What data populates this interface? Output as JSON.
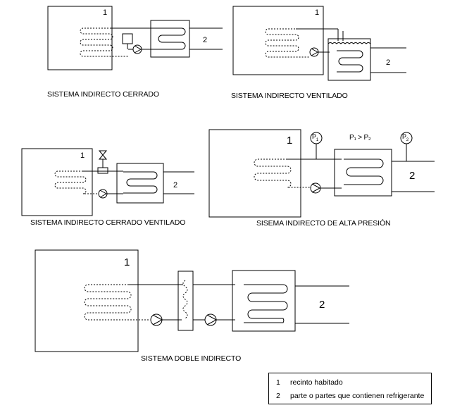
{
  "diagrams": [
    {
      "caption": "SISTEMA INDIRECTO CERRADO",
      "zone1": "1",
      "zone2": "2"
    },
    {
      "caption": "SISTEMA INDIRECTO VENTILADO",
      "zone1": "1",
      "zone2": "2"
    },
    {
      "caption": "SISTEMA INDIRECTO CERRADO VENTILADO",
      "zone1": "1",
      "zone2": "2"
    },
    {
      "caption": "SISEMA INDIRECTO DE ALTA PRESIÓN",
      "zone1": "1",
      "zone2": "2",
      "p1_sub": "1",
      "p2_sub": "2",
      "pressure_relation": "P₁ > P₂"
    },
    {
      "caption": "SISTEMA DOBLE INDIRECTO",
      "zone1": "1",
      "zone2": "2"
    }
  ],
  "gauge_letter": "P",
  "legend": [
    {
      "num": "1",
      "text": "recinto habitado"
    },
    {
      "num": "2",
      "text": "parte o partes que contienen refrigerante"
    }
  ]
}
